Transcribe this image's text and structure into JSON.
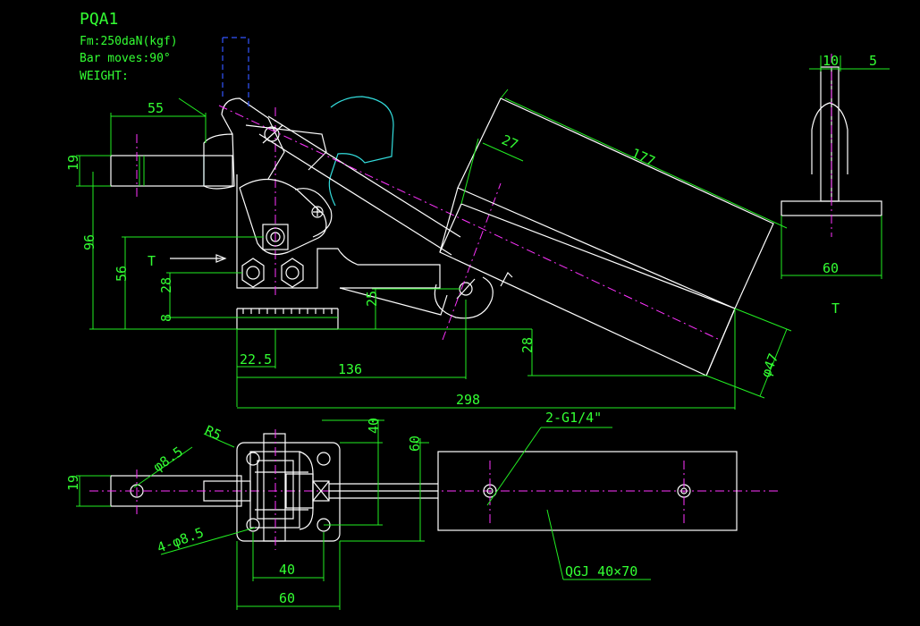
{
  "title": {
    "model": "PQA1",
    "force": "Fm:250daN(kgf)",
    "bar_moves": "Bar moves:90°",
    "weight": "WEIGHT:"
  },
  "side_view": {
    "dim_55": "55",
    "dim_19": "19",
    "dim_96": "96",
    "dim_56": "56",
    "dim_28_left": "28",
    "dim_8": "8",
    "dim_25": "25",
    "dim_22_5": "22.5",
    "dim_136": "136",
    "dim_298": "298",
    "dim_28_right": "28",
    "dim_27": "27",
    "dim_177": "177",
    "dim_phi47": "φ47",
    "section_mark": "T"
  },
  "end_view": {
    "dim_10": "10",
    "dim_5": "5",
    "dim_60": "60",
    "section_mark": "T"
  },
  "top_view": {
    "dim_R5": "R5",
    "dim_phi8_5": "φ8.5",
    "dim_4_phi8_5": "4-φ8.5",
    "dim_19": "19",
    "dim_40_vert": "40",
    "dim_60_vert": "60",
    "dim_40_horiz": "40",
    "dim_60_horiz": "60",
    "port_label": "2-G1/4\"",
    "cylinder_label": "QGJ 40×70"
  }
}
